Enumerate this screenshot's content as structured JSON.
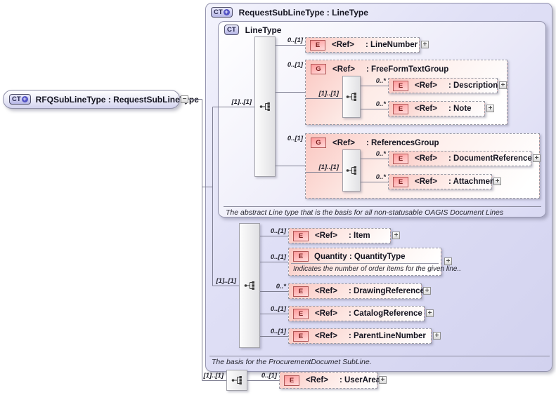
{
  "icons": {
    "plus": "+",
    "minus": "−"
  },
  "badges": {
    "complex_type": "CT",
    "element": "E",
    "group": "G"
  },
  "cards": {
    "required": "[1]..[1]"
  },
  "root": {
    "title": "RFQSubLineType : RequestSubLineType"
  },
  "outer": {
    "title": "RequestSubLineType : LineType",
    "annotation": "The basis for the ProcurementDocumet SubLine."
  },
  "inner": {
    "title": "LineType",
    "annotation": "The abstract Line type that is the basis for all non-statusable OAGIS Document Lines"
  },
  "elements": {
    "line_number": {
      "card": "0..[1]",
      "ref": "<Ref>",
      "name": ": LineNumber"
    },
    "free_form_text_group": {
      "card": "0..[1]",
      "ref": "<Ref>",
      "name": ": FreeFormTextGroup"
    },
    "description": {
      "card": "0..*",
      "ref": "<Ref>",
      "name": ": Description"
    },
    "note": {
      "card": "0..*",
      "ref": "<Ref>",
      "name": ": Note"
    },
    "references_group": {
      "card": "0..[1]",
      "ref": "<Ref>",
      "name": ": ReferencesGroup"
    },
    "document_reference": {
      "card": "0..*",
      "ref": "<Ref>",
      "name": ": DocumentReference"
    },
    "attachment": {
      "card": "0..*",
      "ref": "<Ref>",
      "name": ": Attachment"
    },
    "item": {
      "card": "0..[1]",
      "ref": "<Ref>",
      "name": ": Item"
    },
    "quantity": {
      "card": "0..[1]",
      "name": "Quantity : QuantityType",
      "annotation": "Indicates the number of order items for the given line.."
    },
    "drawing_reference": {
      "card": "0..*",
      "ref": "<Ref>",
      "name": ": DrawingReference"
    },
    "catalog_reference": {
      "card": "0..[1]",
      "ref": "<Ref>",
      "name": ": CatalogReference"
    },
    "parent_line_number": {
      "card": "0..[1]",
      "ref": "<Ref>",
      "name": ": ParentLineNumber"
    },
    "user_area": {
      "card": "0..[1]",
      "ref": "<Ref>",
      "name": ": UserArea"
    }
  }
}
